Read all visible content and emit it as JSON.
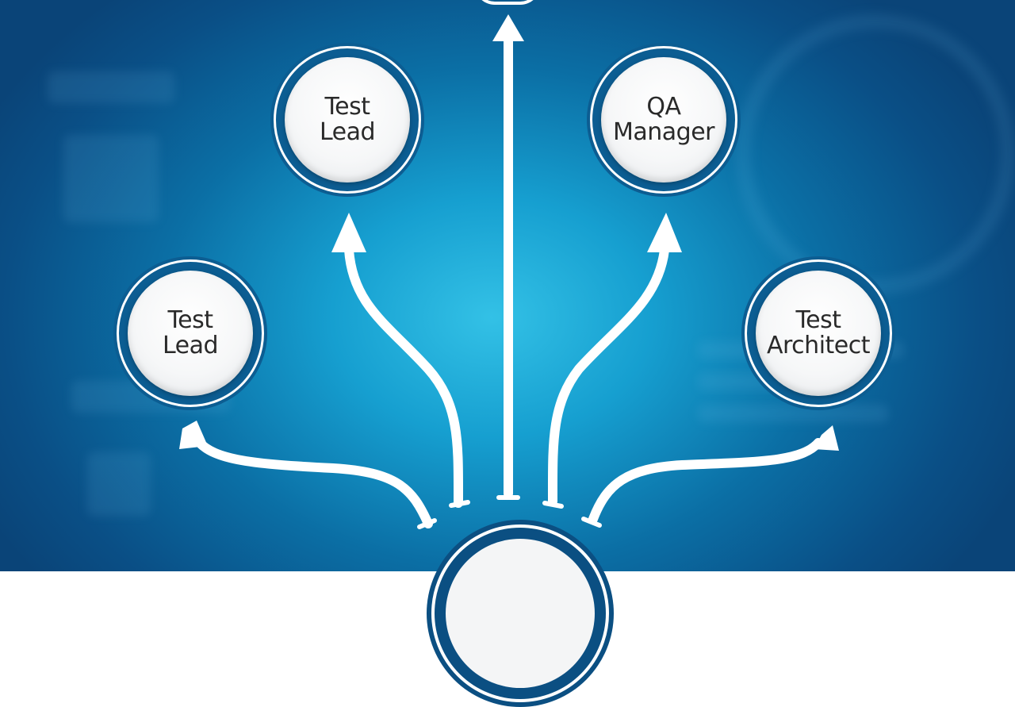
{
  "nodes": {
    "top_left": {
      "line1": "Test",
      "line2": "Lead"
    },
    "left": {
      "line1": "Test",
      "line2": "Lead"
    },
    "top_right": {
      "line1": "QA",
      "line2": "Manager"
    },
    "right": {
      "line1": "Test",
      "line2": "Architect"
    }
  },
  "colors": {
    "background_center": "#33c1e6",
    "background_edge": "#0a4478",
    "node_ring": "#0c5d92",
    "node_fill": "#f6f7f8",
    "text": "#2a2a2a",
    "arrow": "#ffffff"
  }
}
